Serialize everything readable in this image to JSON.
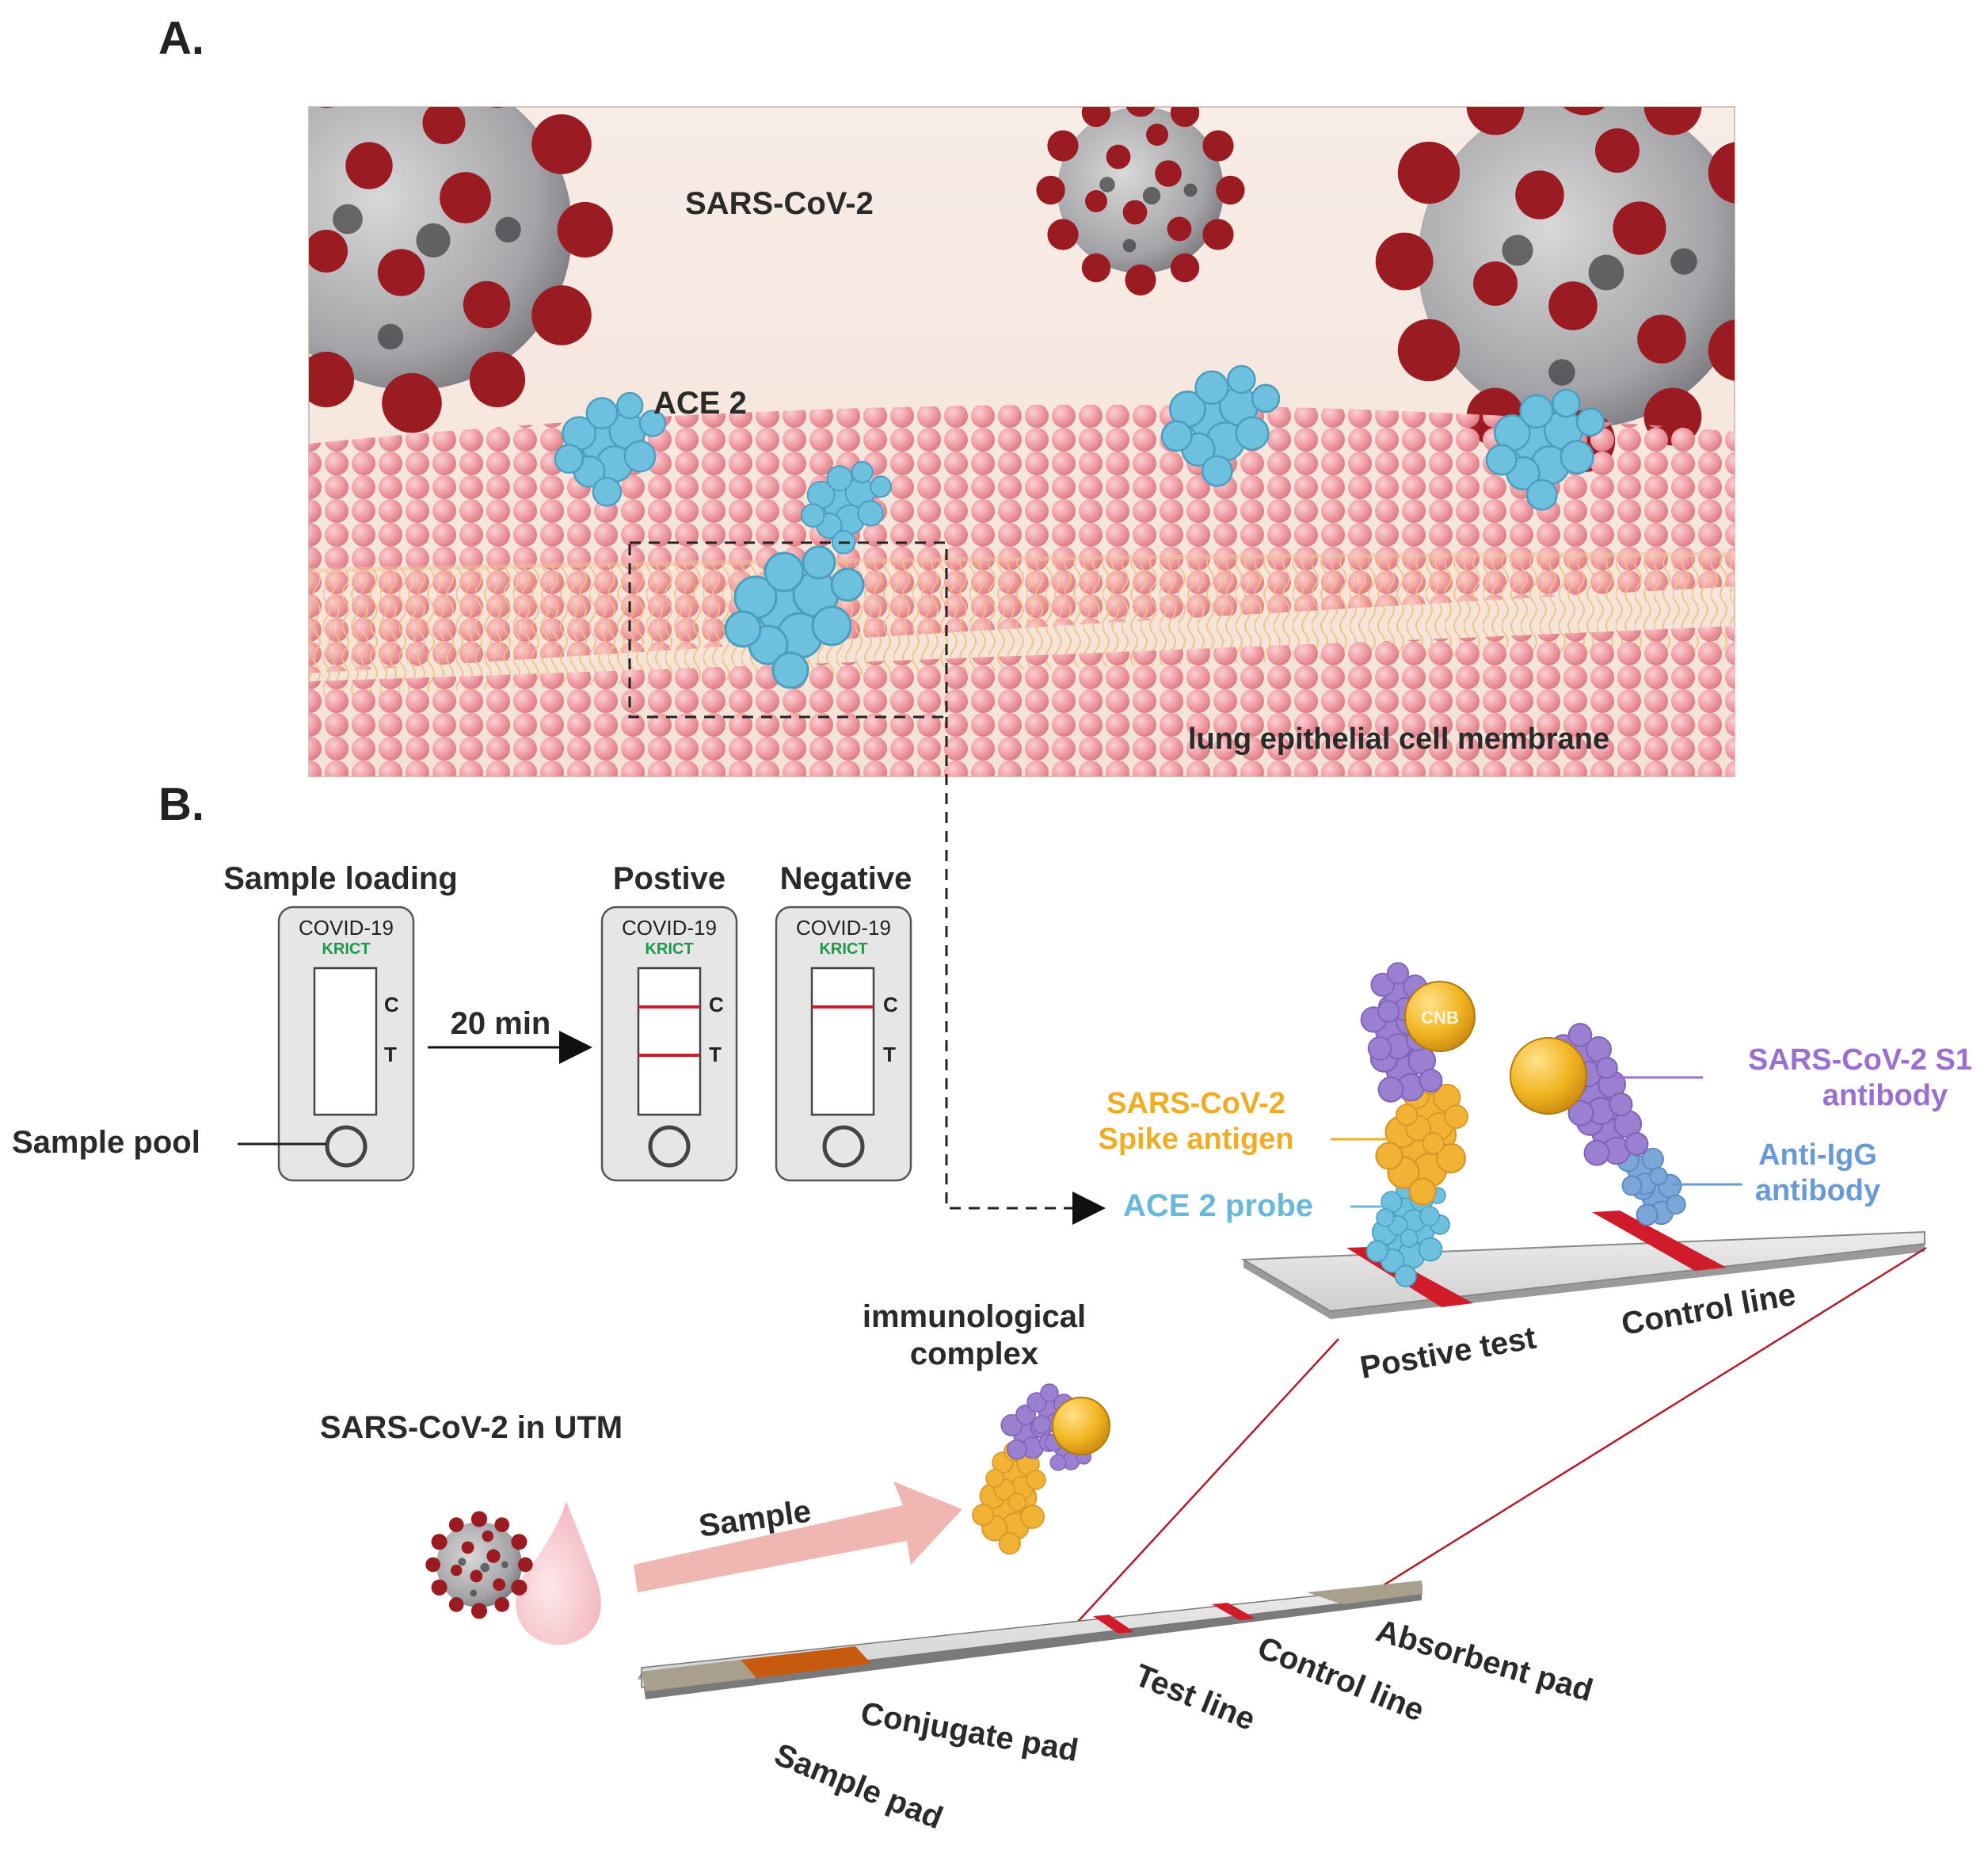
{
  "panel_a": {
    "label": "A.",
    "virus_label": "SARS-CoV-2",
    "receptor_label": "ACE 2",
    "membrane_label": "lung epithelial cell membrane"
  },
  "panel_b": {
    "label": "B.",
    "cards": {
      "sample_loading_title": "Sample loading",
      "positive_title": "Postive",
      "negative_title": "Negative",
      "card_brand": "COVID-19",
      "card_maker": "KRICT",
      "c_mark": "C",
      "t_mark": "T",
      "time_label": "20 min",
      "sample_pool_label": "Sample pool"
    },
    "strip_detail": {
      "nanoparticle_text": "CNB",
      "spike_antigen_line1": "SARS-CoV-2",
      "spike_antigen_line2": "Spike antigen",
      "ace2_probe": "ACE 2 probe",
      "s1_antibody_line1": "SARS-CoV-2 S1",
      "s1_antibody_line2": "antibody",
      "anti_igg_line1": "Anti-IgG",
      "anti_igg_line2": "antibody",
      "positive_test": "Postive test",
      "control_line": "Control line"
    },
    "assay": {
      "complex_line1": "immunological",
      "complex_line2": "complex",
      "sample_source": "SARS-CoV-2 in UTM",
      "arrow_label": "Sample",
      "test_line": "Test line",
      "control_line": "Control line",
      "absorbent_pad": "Absorbent pad",
      "conjugate_pad": "Conjugate pad",
      "sample_pad": "Sample pad"
    },
    "colors": {
      "test_line": "#d01c2a",
      "conjugate_pad": "#c85a10",
      "spike": "#f2b233",
      "ace2": "#6ec1de",
      "s1_antibody": "#9b7fd0",
      "anti_igg": "#7aa6d8",
      "gold_particle": "#f2b522"
    }
  }
}
